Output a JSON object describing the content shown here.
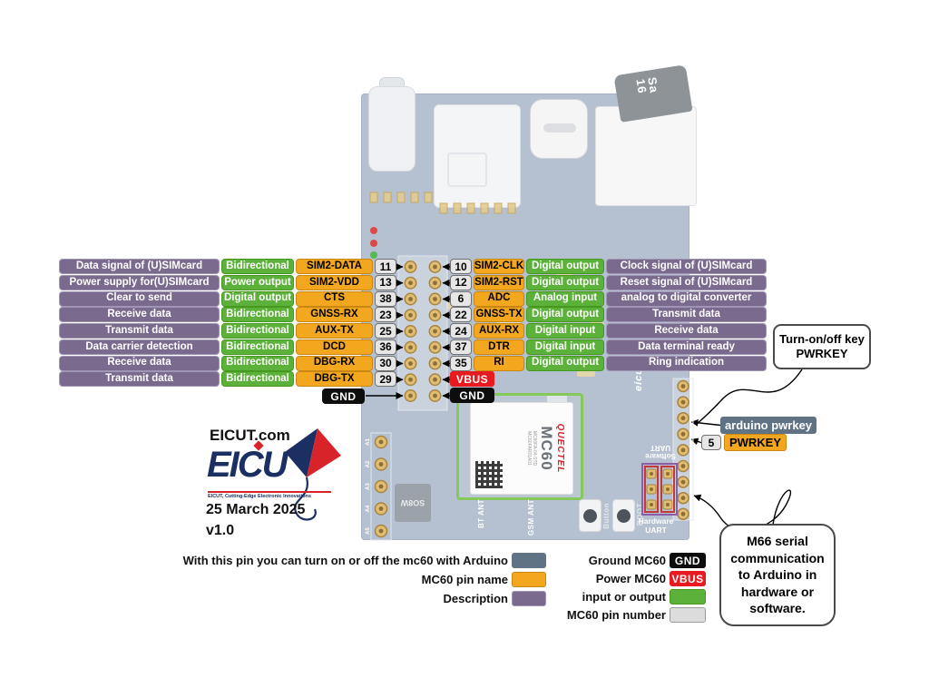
{
  "colors": {
    "purple": "#7a6a8d",
    "green": "#5cb13a",
    "orange": "#f2a71f",
    "slate": "#5f7384",
    "red": "#e8191f",
    "black": "#0d0d0d",
    "pin_badge": "#e6e6e6",
    "board": "#b5c1d0"
  },
  "pin_tables": {
    "left_rows": [
      {
        "description": "Data signal of (U)SIMcard",
        "direction": "Bidirectional",
        "pin": "SIM2-DATA",
        "number": "11"
      },
      {
        "description": "Power supply for(U)SIMcard",
        "direction": "Power output",
        "pin": "SIM2-VDD",
        "number": "13"
      },
      {
        "description": "Clear to send",
        "direction": "Digital output",
        "pin": "CTS",
        "number": "38"
      },
      {
        "description": "Receive data",
        "direction": "Bidirectional",
        "pin": "GNSS-RX",
        "number": "23"
      },
      {
        "description": "Transmit data",
        "direction": "Bidirectional",
        "pin": "AUX-TX",
        "number": "25"
      },
      {
        "description": "Data carrier detection",
        "direction": "Bidirectional",
        "pin": "DCD",
        "number": "36"
      },
      {
        "description": "Receive data",
        "direction": "Bidirectional",
        "pin": "DBG-RX",
        "number": "30"
      },
      {
        "description": "Transmit data",
        "direction": "Bidirectional",
        "pin": "DBG-TX",
        "number": "29"
      }
    ],
    "left_gnd": "GND",
    "right_rows": [
      {
        "number": "10",
        "pin": "SIM2-CLK",
        "direction": "Digital output",
        "description": "Clock signal of (U)SIMcard"
      },
      {
        "number": "12",
        "pin": "SIM2-RST",
        "direction": "Digital output",
        "description": "Reset signal of (U)SIMcard"
      },
      {
        "number": "6",
        "pin": "ADC",
        "direction": "Analog input",
        "description": "analog to digital converter"
      },
      {
        "number": "22",
        "pin": "GNSS-TX",
        "direction": "Digital output",
        "description": "Transmit data"
      },
      {
        "number": "24",
        "pin": "AUX-RX",
        "direction": "Digital input",
        "description": "Receive data"
      },
      {
        "number": "37",
        "pin": "DTR",
        "direction": "Digital input",
        "description": "Data terminal ready"
      },
      {
        "number": "35",
        "pin": "RI",
        "direction": "Digital output",
        "description": "Ring indication"
      }
    ],
    "vbus": "VBUS",
    "right_gnd": "GND"
  },
  "pwrkey": {
    "callout_line1": "Turn-on/off key",
    "callout_line2": "PWRKEY",
    "arduino_label": "arduino pwrkey",
    "pin_number": "5",
    "pin_name": "PWRKEY"
  },
  "m66_note": "M66 serial communication to Arduino in hardware or software.",
  "branding": {
    "site": "EICUT.com",
    "logo": "EICU",
    "tagline": "EICUT, Cutting-Edge Electronic Innovations",
    "date": "25 March 2025",
    "version": "v1.0"
  },
  "legend": {
    "left": [
      {
        "label": "With this pin you can turn on or off the mc60 with Arduino"
      },
      {
        "label": "MC60 pin name"
      },
      {
        "label": "Description"
      }
    ],
    "right": [
      {
        "label": "Ground MC60",
        "badge": "GND"
      },
      {
        "label": "Power MC60",
        "badge": "VBUS"
      },
      {
        "label": "input or output",
        "badge": ""
      },
      {
        "label": "MC60 pin number",
        "badge": ""
      }
    ]
  },
  "board": {
    "silkscreen": {
      "bt_ant": "BT ANT",
      "gsm_ant": "GSM ANT",
      "button": "Button",
      "boot": "BOOT",
      "software_uart": "Software UART",
      "hardware_uart": "Hardware UART",
      "logo": "eicu"
    },
    "module": {
      "brand": "QUECTEL",
      "model": "MC60",
      "part1": "MC60FA-04-STD",
      "part2": "MC60FAR01A01"
    },
    "chip": "SO8W",
    "sd_card_line1": "Sa",
    "sd_card_line2": "16",
    "analog_pins": [
      "A1",
      "A2",
      "A3",
      "A4",
      "A5"
    ]
  }
}
